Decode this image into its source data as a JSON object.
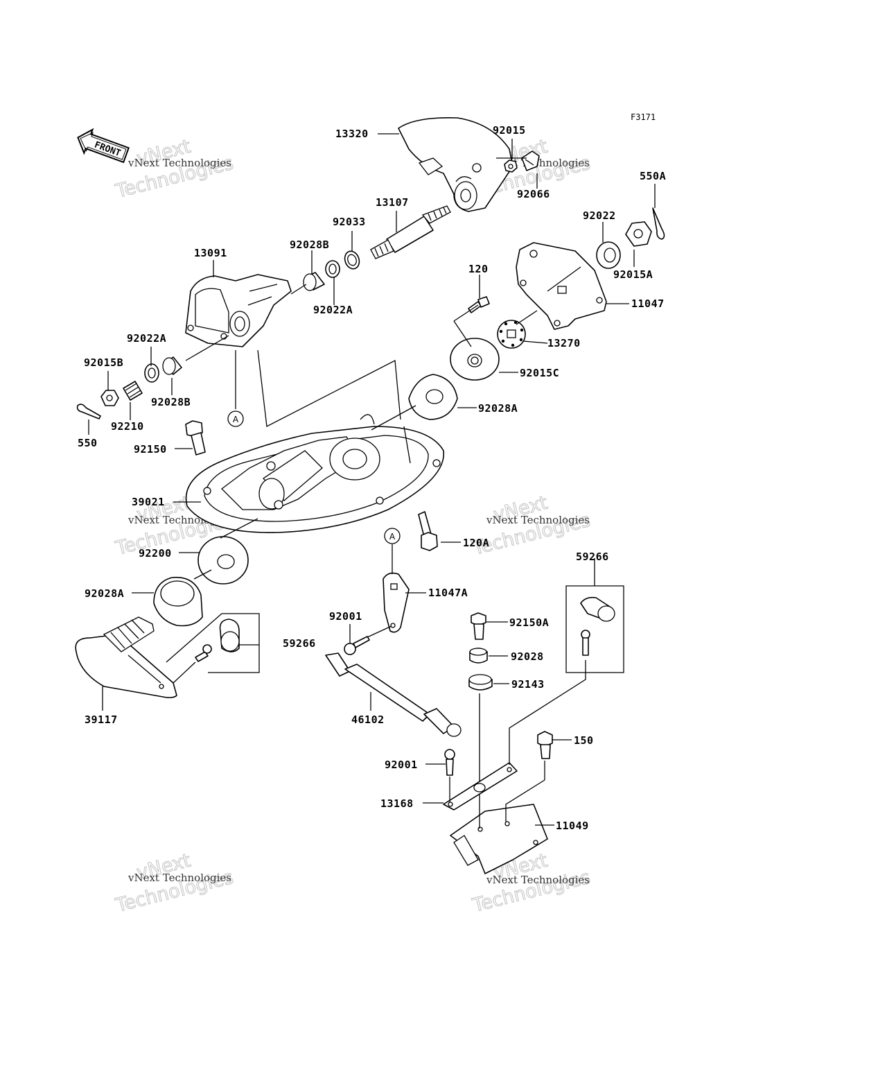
{
  "figure_code": "F3171",
  "front_marker": "FRONT",
  "watermark": {
    "line1": "vNext Technologies",
    "line2": "vNext\nTechnologies"
  },
  "callout_ref": "A",
  "labels": {
    "p13320": "13320",
    "p92015": "92015",
    "p92066": "92066",
    "p550A": "550A",
    "p13107": "13107",
    "p92033": "92033",
    "p92022": "92022",
    "p92028B_top": "92028B",
    "p13091": "13091",
    "p92022A_top": "92022A",
    "p120": "120",
    "p92015A": "92015A",
    "p11047": "11047",
    "p13270": "13270",
    "p92022A_left": "92022A",
    "p92015B": "92015B",
    "p92028B_left": "92028B",
    "p92015C": "92015C",
    "p92210": "92210",
    "p550": "550",
    "p92028A_right": "92028A",
    "p92150": "92150",
    "p39021": "39021",
    "p120A": "120A",
    "p92200": "92200",
    "p59266_right": "59266",
    "p11047A": "11047A",
    "p92028A_left": "92028A",
    "p92001_mid": "92001",
    "p92150A": "92150A",
    "p59266_left": "59266",
    "p92028": "92028",
    "p92143": "92143",
    "p39117": "39117",
    "p46102": "46102",
    "p150": "150",
    "p92001_low": "92001",
    "p13168": "13168",
    "p11049": "11049"
  }
}
